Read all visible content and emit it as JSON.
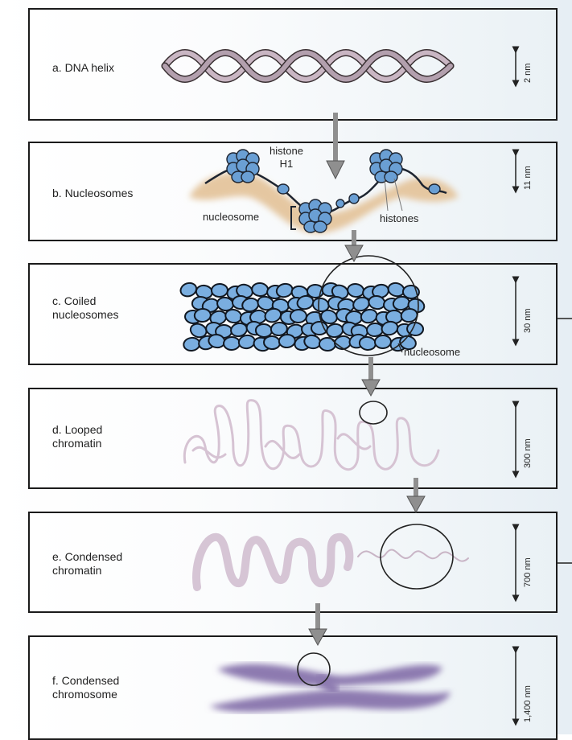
{
  "panels": [
    {
      "label": "a. DNA helix",
      "scale": "2 nm"
    },
    {
      "label": "b. Nucleosomes",
      "scale": "11 nm"
    },
    {
      "label": "c. Coiled\nnucleosomes",
      "scale": "30 nm"
    },
    {
      "label": "d. Looped\nchromatin",
      "scale": "300 nm"
    },
    {
      "label": "e. Condensed\nchromatin",
      "scale": "700 nm"
    },
    {
      "label": "f. Condensed\nchromosome",
      "scale": "1,400 nm"
    }
  ],
  "annotations": {
    "histone_h1": "histone\nH1",
    "nucleosome_b": "nucleosome",
    "histones": "histones",
    "nucleosome_c": "nucleosome"
  },
  "colors": {
    "dna": "#b9a8b4",
    "protein_fill": "#6a9fd4",
    "protein_outline": "#2a3a55",
    "shadow": "#e2c29a",
    "chromatin": "#cdbecd",
    "chromosome": "#8d7ab0",
    "arrow": "#8f8f8f"
  }
}
